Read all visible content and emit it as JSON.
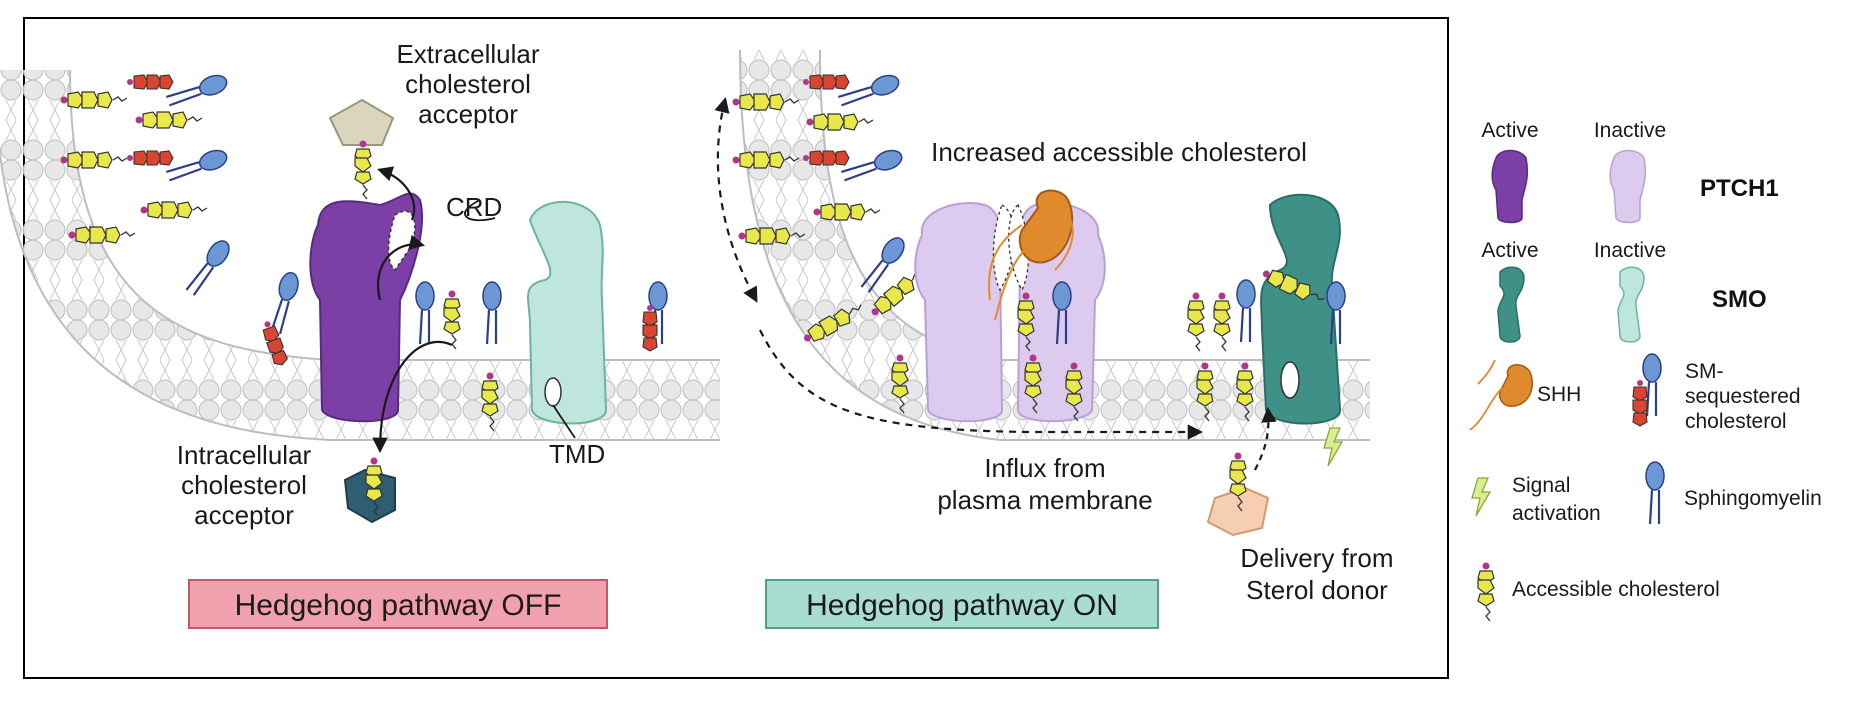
{
  "left_panel": {
    "extracellular_label": [
      "Extracellular",
      "cholesterol",
      "acceptor"
    ],
    "crd_label": "CRD",
    "tmd_label": "TMD",
    "intracellular_label": [
      "Intracellular",
      "cholesterol",
      "acceptor"
    ],
    "state_label": "Hedgehog pathway OFF"
  },
  "right_panel": {
    "increased_label": "Increased accessible cholesterol",
    "influx_label": [
      "Influx from",
      "plasma membrane"
    ],
    "delivery_label": [
      "Delivery from",
      "Sterol donor"
    ],
    "state_label": "Hedgehog pathway ON"
  },
  "legend": {
    "active": "Active",
    "inactive": "Inactive",
    "ptch1": "PTCH1",
    "smo": "SMO",
    "shh": "SHH",
    "sm_label": [
      "SM-",
      "sequestered",
      "cholesterol"
    ],
    "signal_label": [
      "Signal",
      "activation"
    ],
    "sphingomyelin": "Sphingomyelin",
    "accessible": "Accessible cholesterol"
  },
  "colors": {
    "ptch1_active": "#7b3fa6",
    "ptch1_inactive": "#dccbef",
    "smo_active": "#3f9187",
    "smo_inactive": "#bfe6dc",
    "shh": "#e08a2e",
    "sphingomyelin": "#6b98d4",
    "cholesterol": "#e8e84a",
    "off_box": "#f1a1ad",
    "on_box": "#a9ddd0"
  }
}
